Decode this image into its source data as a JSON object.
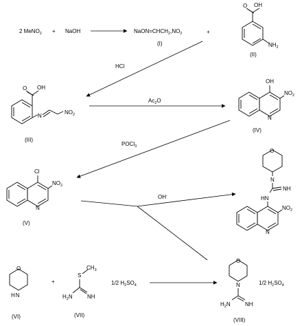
{
  "reactions": {
    "r1": {
      "mnono2": "2 MeNO",
      "mnono2_sub": "2",
      "plus": "+",
      "naoh": "NaOH"
    },
    "p1": {
      "formula_a": "NaON=CHCH",
      "formula_a_sub": "2",
      "formula_b": "NO",
      "formula_b_sub": "2",
      "label": "(I)"
    },
    "plus2": "+",
    "cpd2": {
      "label": "(II)",
      "oh": "OH",
      "o": "O",
      "nh2": "NH",
      "nh2_sub": "2"
    },
    "cond_hcl": "HCl",
    "cpd3": {
      "label": "(III)",
      "oh": "OH",
      "o": "O",
      "n": "N",
      "no2": "NO",
      "no2_sub": "2"
    },
    "cond_ac2o": {
      "a": "Ac",
      "sub": "2",
      "b": "O"
    },
    "cpd4": {
      "label": "(IV)",
      "oh": "OH",
      "no2": "NO",
      "no2_sub": "2",
      "n": "N"
    },
    "cond_pocl3": {
      "a": "POCl",
      "sub": "3"
    },
    "cpd5": {
      "label": "(V)",
      "cl": "Cl",
      "no2": "NO",
      "no2_sub": "2",
      "n": "N"
    },
    "cond_oh": {
      "a": "OH",
      "sup": "-"
    },
    "product": {
      "o": "O",
      "n": "N",
      "nh_eq": "NH",
      "hn": "HN",
      "n_ring": "N",
      "no2": "NO",
      "no2_sub": "2"
    },
    "cpd6": {
      "label": "(VI)",
      "nh": "N",
      "h": "H",
      "o": "O"
    },
    "plus3": "+",
    "cpd7": {
      "label": "(VII)",
      "s": "S",
      "ch3": "CH",
      "ch3_sub": "3",
      "h2n": "H",
      "h2n_sub": "2",
      "h2n_n": "N",
      "nh": "NH"
    },
    "salt1": {
      "a": "1/2 H",
      "sub1": "2",
      "b": "SO",
      "sub2": "4"
    },
    "cpd8": {
      "label": "(VIII)",
      "o": "O",
      "n": "N",
      "h2n": "H",
      "h2n_sub": "2",
      "h2n_n": "N",
      "nh": "NH"
    },
    "salt2": {
      "a": "1/2 H",
      "sub1": "2",
      "b": "SO",
      "sub2": "4"
    }
  }
}
